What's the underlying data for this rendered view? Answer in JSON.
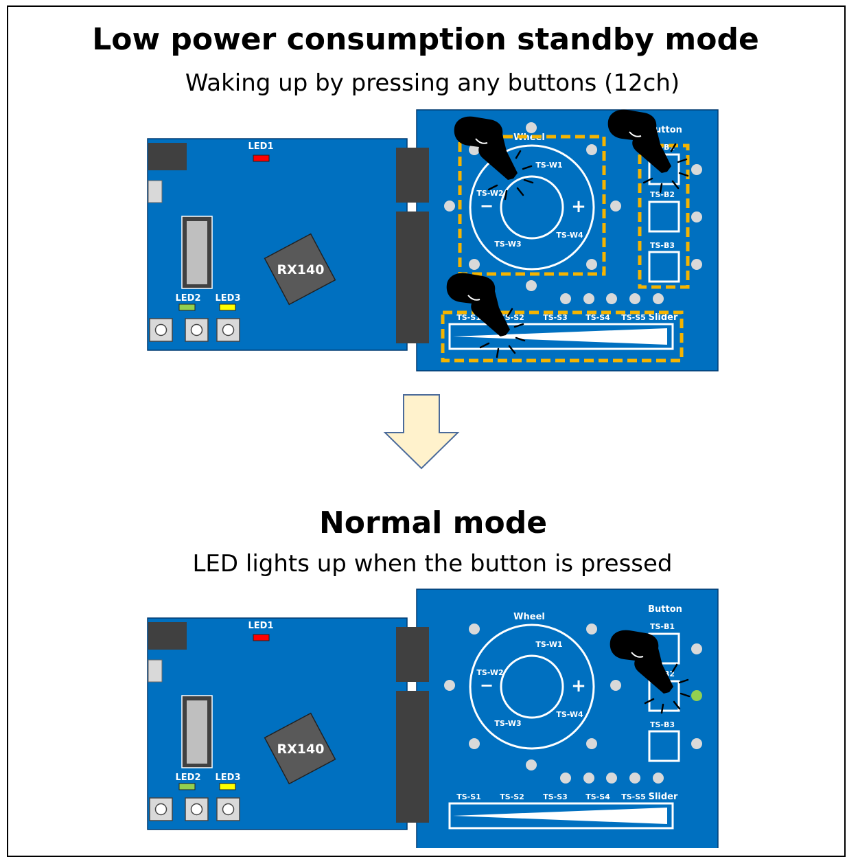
{
  "colors": {
    "pcb": "#0070c0",
    "accent_dash": "#f5b400",
    "arrow_fill": "#fff2cc",
    "led_red": "#ff0000",
    "led_green": "#92d050",
    "led_yellow": "#ffff00",
    "connector": "#404040",
    "chip": "#595959"
  },
  "sections": [
    {
      "title": "Low power consumption standby mode",
      "subtitle": "Waking up by pressing any buttons (12ch)"
    },
    {
      "title": "Normal mode",
      "subtitle": "LED lights up when the button is pressed"
    }
  ],
  "mcu_board": {
    "chip_label": "RX140",
    "led_labels": [
      "LED1",
      "LED2",
      "LED3"
    ]
  },
  "touch_board": {
    "wheel_label": "Wheel",
    "button_label": "Button",
    "slider_label": "Slider",
    "wheel_sensors": [
      "TS-W1",
      "TS-W2",
      "TS-W3",
      "TS-W4"
    ],
    "wheel_minus": "−",
    "wheel_plus": "+",
    "button_sensors": [
      "TS-B1",
      "TS-B2",
      "TS-B3"
    ],
    "slider_sensors": [
      "TS-S1",
      "TS-S2",
      "TS-S3",
      "TS-S4",
      "TS-S5"
    ]
  },
  "icons": [
    "pointing-hand-icon",
    "down-arrow-icon"
  ]
}
